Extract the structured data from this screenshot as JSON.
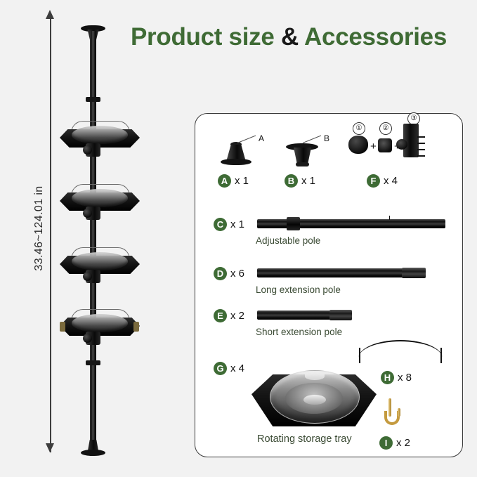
{
  "title": {
    "main": "Product size ",
    "amp": "&",
    "tail": " Accessories"
  },
  "dimension": {
    "label": "33.46~124.01 in"
  },
  "accessories": {
    "a": {
      "letter": "A",
      "qty": "x 1",
      "callout": "A"
    },
    "b": {
      "letter": "B",
      "qty": "x 1",
      "callout": "B"
    },
    "f": {
      "letter": "F",
      "qty": "x 4",
      "num1": "①",
      "num2": "②",
      "num3": "③",
      "plus1": "+",
      "plus2": "+"
    },
    "c": {
      "letter": "C",
      "qty": "x 1",
      "desc": "Adjustable pole"
    },
    "d": {
      "letter": "D",
      "qty": "x 6",
      "desc": "Long extension pole"
    },
    "e": {
      "letter": "E",
      "qty": "x 2",
      "desc": "Short extension pole"
    },
    "g": {
      "letter": "G",
      "qty": "x 4",
      "desc": "Rotating storage tray"
    },
    "h": {
      "letter": "H",
      "qty": "x 8"
    },
    "i": {
      "letter": "I",
      "qty": "x 2"
    }
  },
  "colors": {
    "brand_green": "#3e6b35",
    "desc_green": "#3a4a33",
    "background": "#f2f2f2",
    "panel": "#ffffff",
    "hardware_black": "#111111",
    "brass": "#c49a3e"
  }
}
